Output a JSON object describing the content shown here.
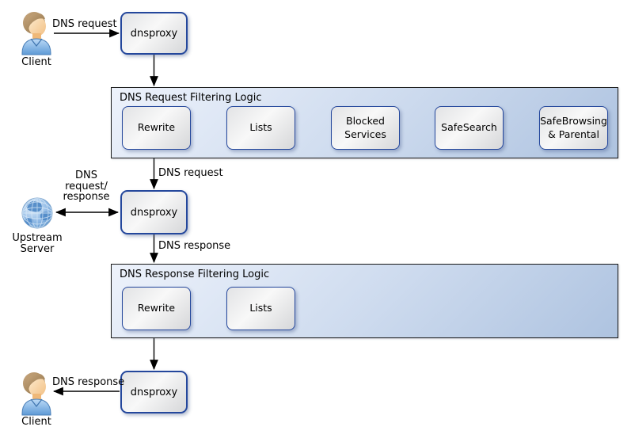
{
  "diagram": {
    "nodes": {
      "client_top": "Client",
      "dnsproxy_top": "dnsproxy",
      "dnsproxy_mid": "dnsproxy",
      "dnsproxy_bottom": "dnsproxy",
      "upstream_server": "Upstream\nServer",
      "client_bottom": "Client"
    },
    "request_group": {
      "title": "DNS Request Filtering Logic",
      "steps": [
        "Rewrite",
        "Lists",
        "Blocked\nServices",
        "SafeSearch",
        "SafeBrowsing\n& Parental"
      ]
    },
    "response_group": {
      "title": "DNS Response Filtering Logic",
      "steps": [
        "Rewrite",
        "Lists"
      ]
    },
    "edge_labels": {
      "client_to_proxy": "DNS request",
      "group_to_proxy": "DNS request",
      "proxy_upstream": "DNS\nrequest/\nresponse",
      "proxy_to_group": "DNS response",
      "proxy_to_client": "DNS response"
    },
    "colors": {
      "node_border": "#24479c",
      "node_fill_light": "#f8f8f8",
      "node_fill_dark": "#d6d7d9",
      "group_fill_start": "#edf2fb",
      "group_fill_end": "#aec3e0",
      "group_border": "#1a1a1a",
      "arrow": "#000000",
      "shirt_blue": "#5e9ad6",
      "globe_blue": "#6fa8dc"
    }
  }
}
